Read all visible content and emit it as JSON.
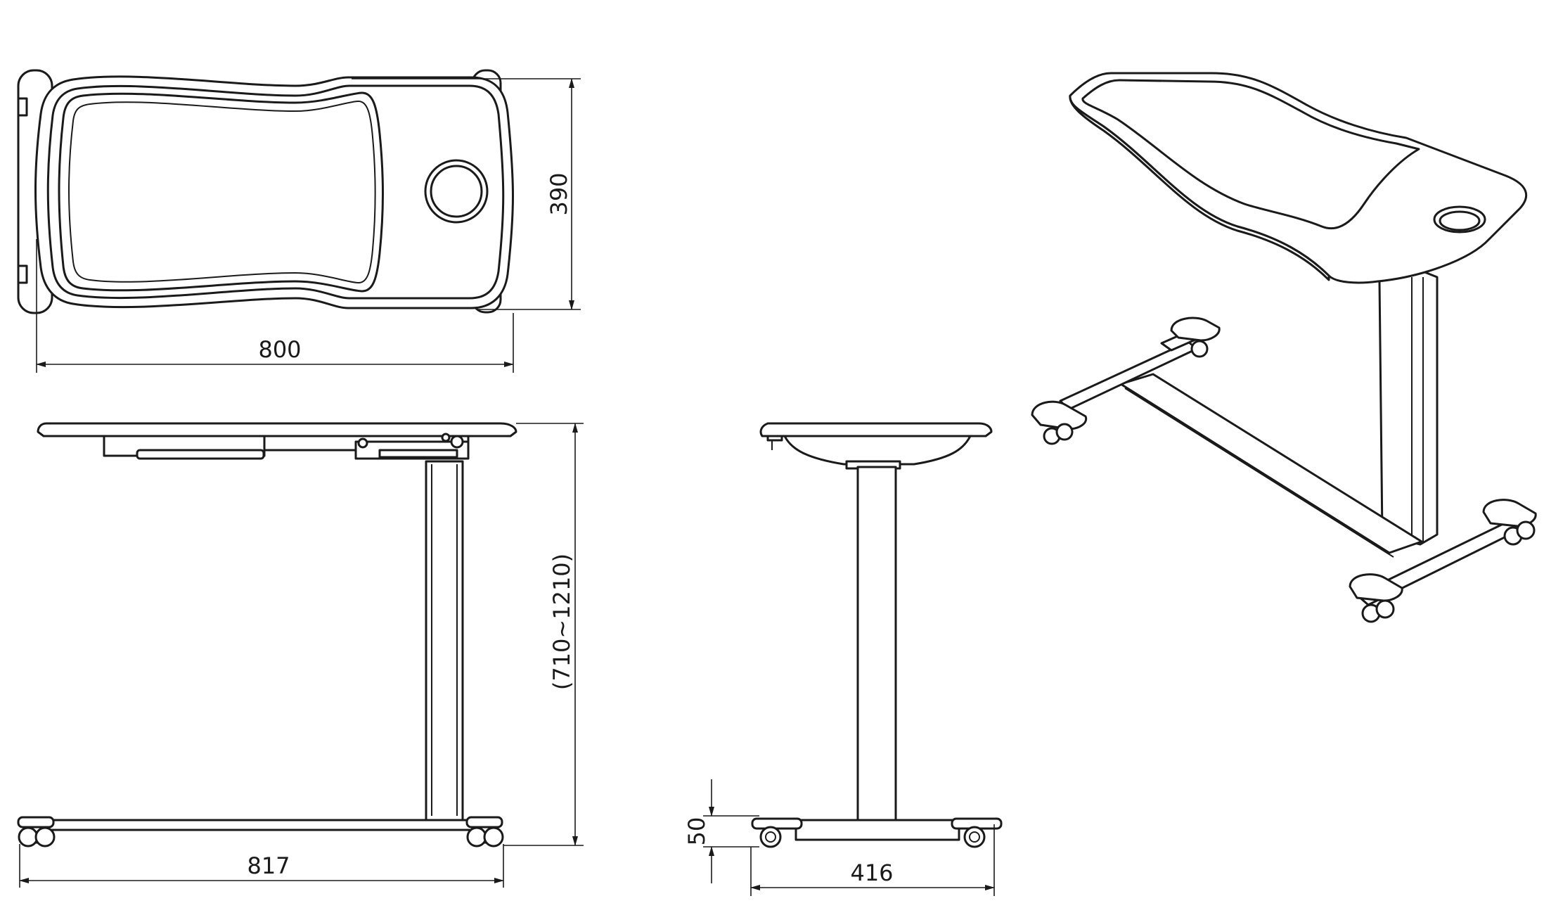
{
  "dimensions": {
    "top_width": "800",
    "top_depth": "390",
    "base_length": "817",
    "height_range": "(710~1210)",
    "caster_height": "50",
    "base_width": "416"
  }
}
